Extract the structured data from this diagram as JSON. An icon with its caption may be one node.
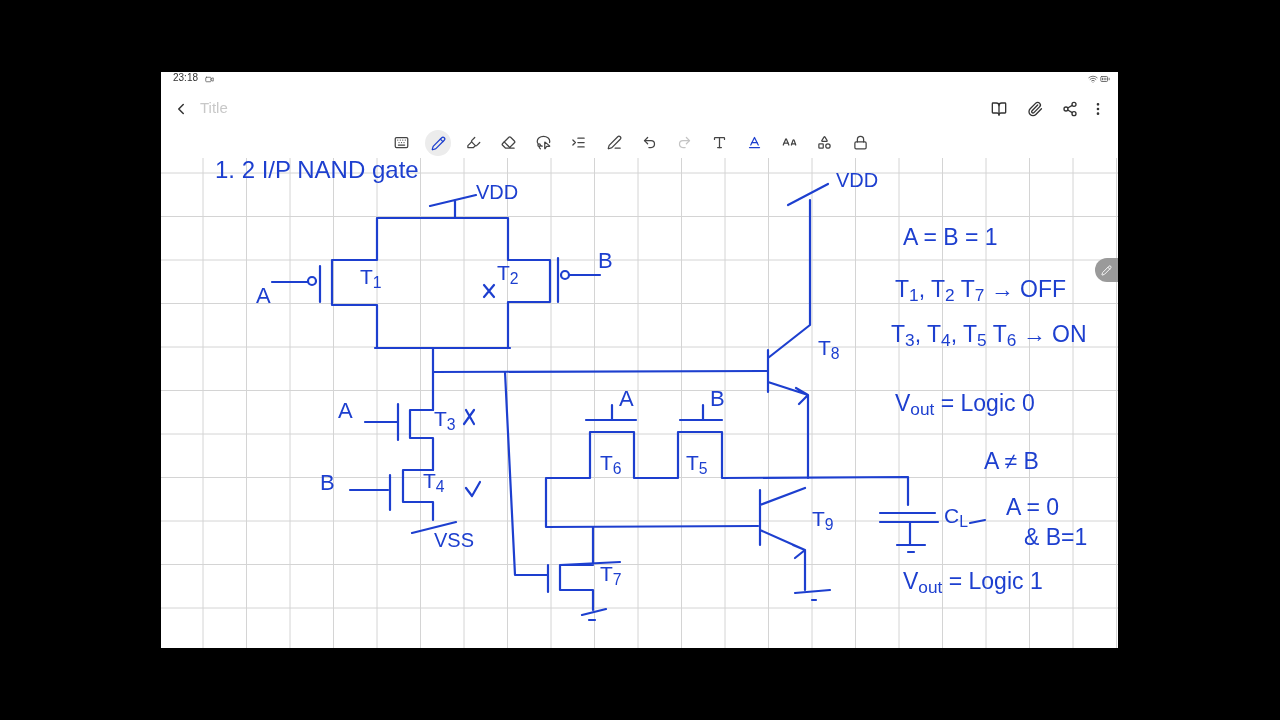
{
  "diagram": {
    "title": "1. 2 I/P NAND gate",
    "labels": [
      "23:18",
      "Title",
      "VDD",
      "VDD",
      "A = B = 1",
      "T$_{1}$",
      "T$_{2}$",
      "B",
      "A",
      "T$_{1}$, T$_{2}$ T$_{7}$ → OFF",
      "T$_{3}$, T$_{4}$, T$_{5}$ T$_{6}$ → ON",
      "T$_{8}$",
      "A",
      "B",
      "V$_{out}$ = Logic 0",
      "A",
      "T$_{3}$",
      "T$_{6}$",
      "T$_{5}$",
      "A ≠ B",
      "B",
      "T$_{4}$",
      "T$_{9}$",
      "C$_{L}$",
      "A = 0",
      "VSS",
      "& B=1",
      "T$_{7}$",
      "V$_{out}$ = Logic 1"
    ]
  }
}
